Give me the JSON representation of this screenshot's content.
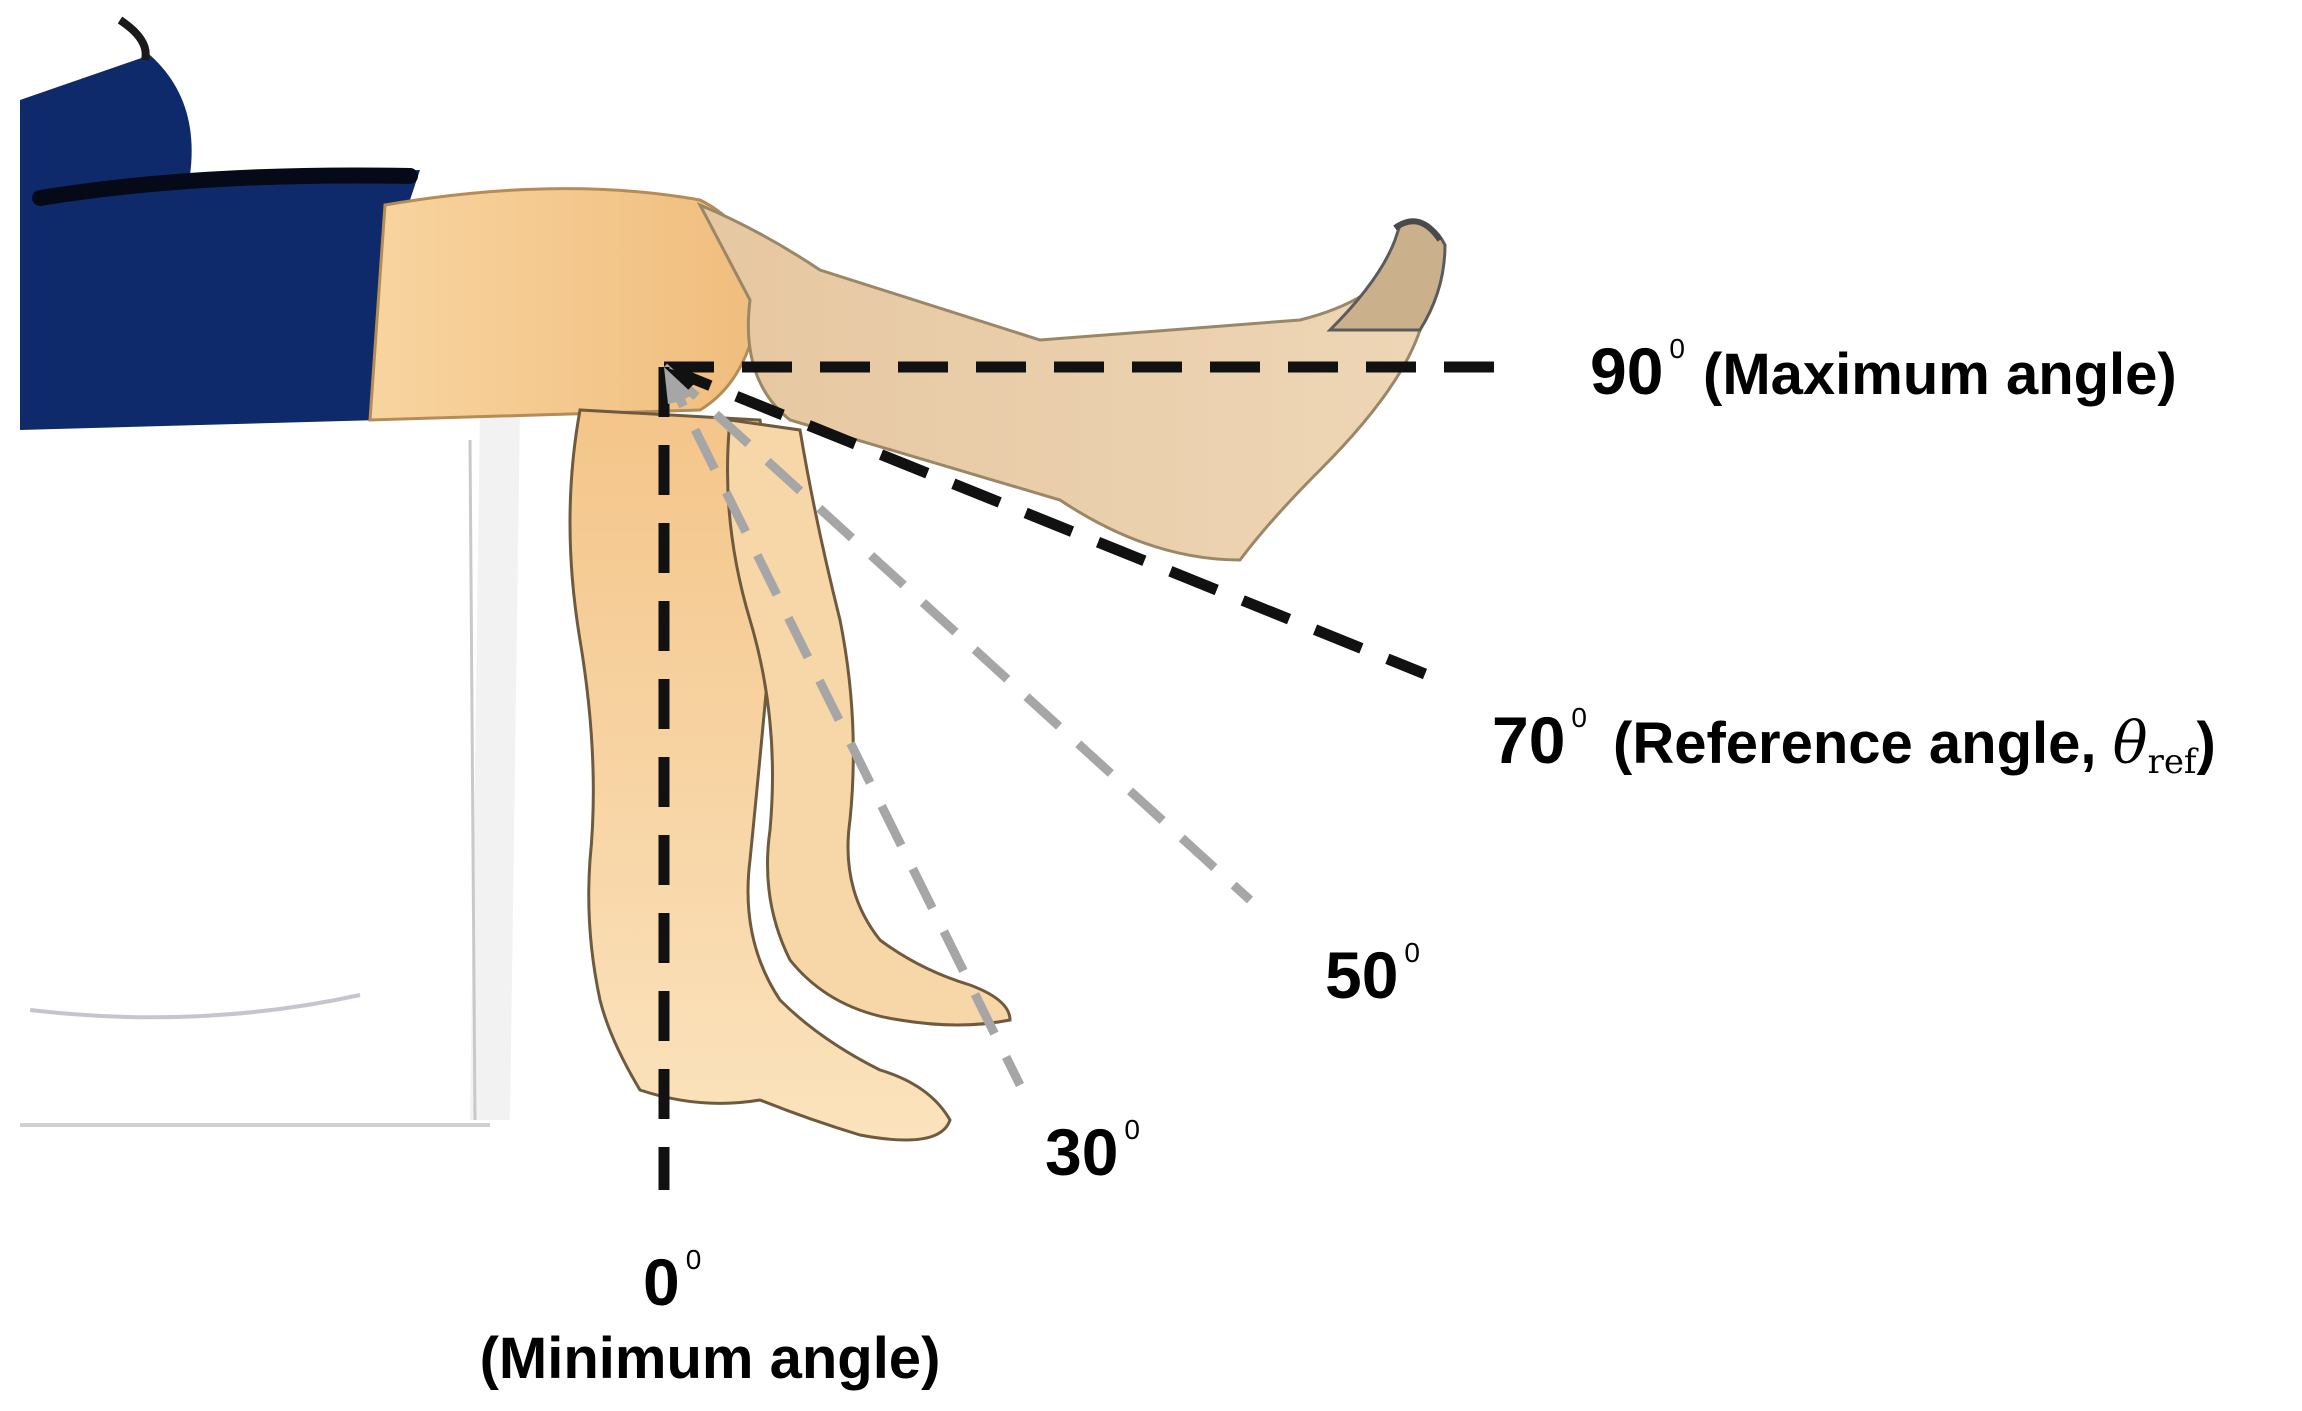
{
  "angles": {
    "max": {
      "value": "90",
      "degree": "0",
      "desc": "(Maximum angle)",
      "line_color": "#111111"
    },
    "ref": {
      "value": "70",
      "degree": "0",
      "desc": "(Reference angle, ",
      "symbol": "θ",
      "symbol_sub": "ref",
      "close": ")",
      "line_color": "#111111"
    },
    "mid": {
      "value": "50",
      "degree": "0",
      "line_color": "#a6a6a6"
    },
    "low": {
      "value": "30",
      "degree": "0",
      "line_color": "#a6a6a6"
    },
    "min": {
      "value": "0",
      "degree": "0",
      "desc": "(Minimum angle)",
      "line_color": "#111111"
    }
  },
  "colors": {
    "shorts": "#0f2a6b",
    "skin": "#f6c98e",
    "skin_light": "#e8cba6",
    "bench": "#ffffff"
  },
  "icons": {
    "person": "seated-person-illustration",
    "bench": "bench-illustration"
  }
}
